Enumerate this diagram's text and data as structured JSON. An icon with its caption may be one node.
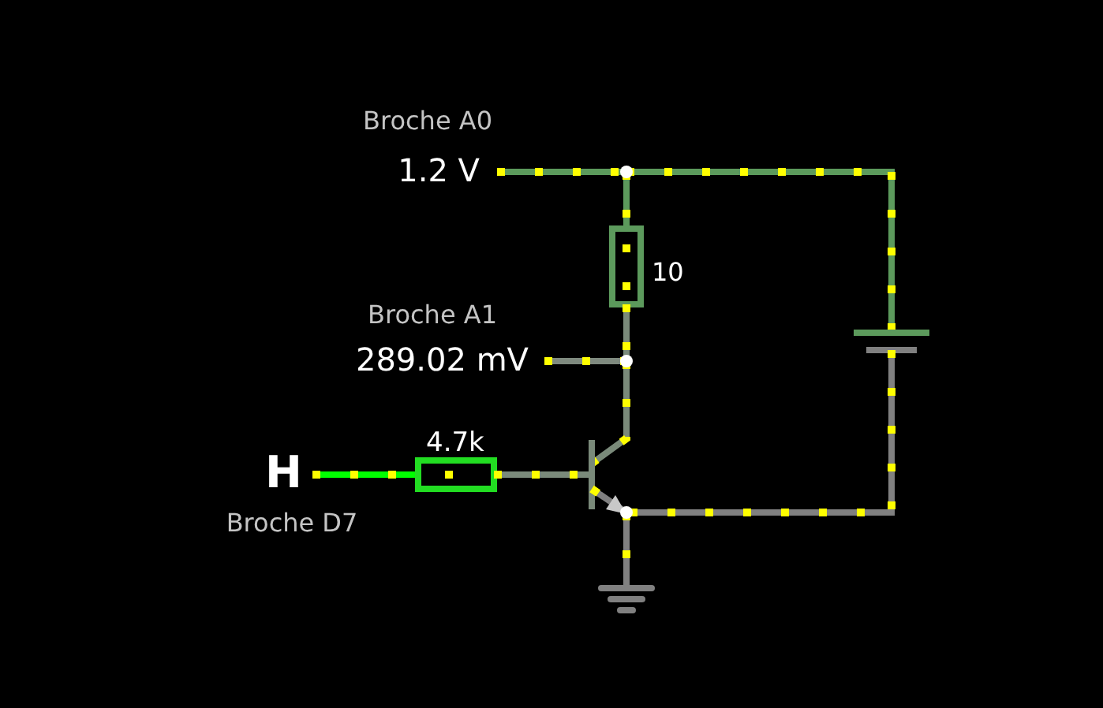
{
  "diagram": {
    "labels": [
      "Broche A0",
      "1.2 V",
      "10",
      "Broche A1",
      "289.02 mV",
      "4.7k",
      "H",
      "Broche D7"
    ]
  }
}
